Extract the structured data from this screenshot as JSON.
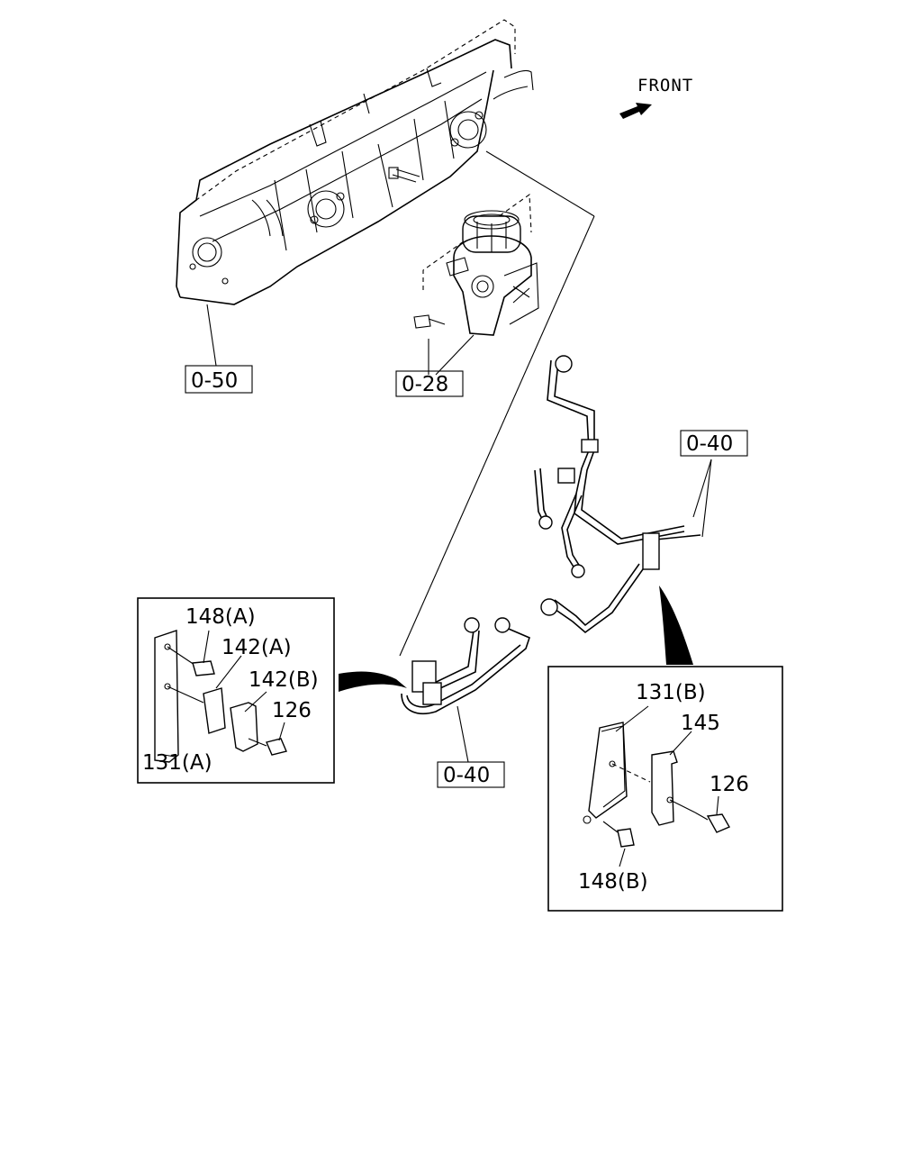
{
  "orientation": {
    "label": "FRONT",
    "icon": "front-arrow-icon"
  },
  "references": {
    "ref_top_left": "0-50",
    "ref_mid": "0-28",
    "ref_right": "0-40",
    "ref_bottom": "0-40"
  },
  "detail_a": {
    "labels": {
      "bolt": "148(A)",
      "clip_a": "142(A)",
      "clip_b": "142(B)",
      "bolt_small": "126",
      "bracket": "131(A)"
    }
  },
  "detail_b": {
    "labels": {
      "bracket": "131(B)",
      "clip": "145",
      "bolt_small": "126",
      "bolt": "148(B)"
    }
  },
  "icons": [
    "front-arrow-icon",
    "callout-arrow-icon"
  ]
}
